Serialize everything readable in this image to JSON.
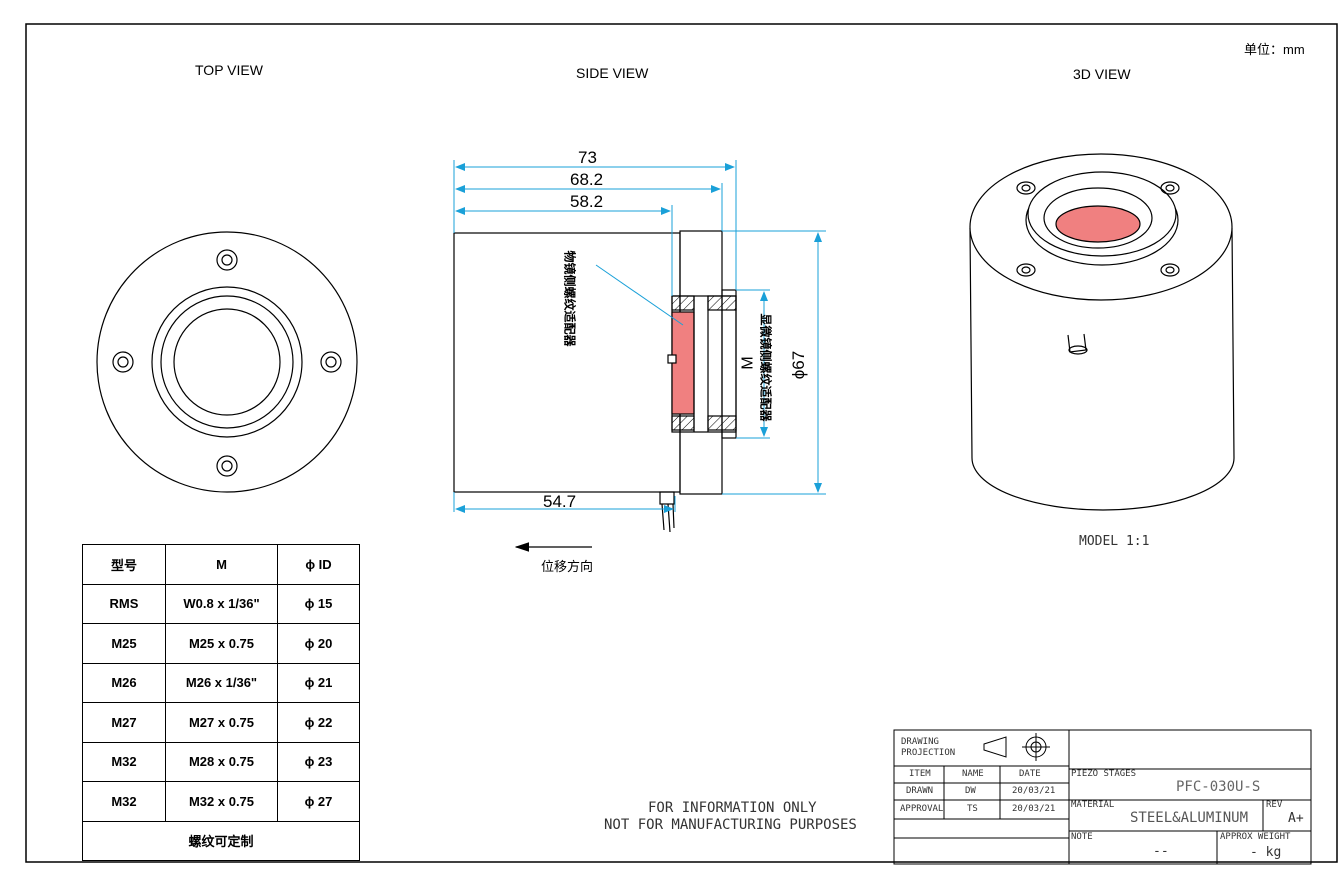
{
  "unit_note": "单位：mm",
  "views": {
    "top": "TOP VIEW",
    "side": "SIDE VIEW",
    "iso": "3D  VIEW"
  },
  "dims": {
    "d73": "73",
    "d68": "68.2",
    "d58": "58.2",
    "d547": "54.7",
    "phi67": "ϕ67",
    "m": "M"
  },
  "side_labels": {
    "objective_adapter": "物镜侧螺纹适配器",
    "microscope_adapter": "显微镜侧螺纹适配器",
    "direction": "位移方向"
  },
  "model_label": "MODEL 1:1",
  "spec_table": {
    "headers": [
      "型号",
      "M",
      "ϕ ID"
    ],
    "rows": [
      [
        "RMS",
        "W0.8 x 1/36\"",
        "ϕ 15"
      ],
      [
        "M25",
        "M25 x 0.75",
        "ϕ 20"
      ],
      [
        "M26",
        "M26 x 1/36\"",
        "ϕ 21"
      ],
      [
        "M27",
        "M27 x 0.75",
        "ϕ 22"
      ],
      [
        "M32",
        "M28 x 0.75",
        "ϕ 23"
      ],
      [
        "M32",
        "M32 x 0.75",
        "ϕ 27"
      ]
    ],
    "footer": "螺纹可定制"
  },
  "notice": {
    "line1": "FOR INFORMATION ONLY",
    "line2": "NOT FOR MANUFACTURING PURPOSES"
  },
  "title_block": {
    "drawing_projection": "DRAWING PROJECTION",
    "col_item": "ITEM",
    "col_name": "NAME",
    "col_date": "DATE",
    "drawn_label": "DRAWN",
    "drawn_name": "DW",
    "drawn_date": "20/03/21",
    "approval_label": "APPROVAL",
    "approval_name": "TS",
    "approval_date": "20/03/21",
    "product_label": "PIEZO STAGES",
    "product_value": "PFC-030U-S",
    "material_label": "MATERIAL",
    "material_value": "STEEL&ALUMINUM",
    "rev_label": "REV",
    "rev_value": "A+",
    "note_label": "NOTE",
    "note_value": "--",
    "weight_label": "APPROX WEIGHT",
    "weight_value": "- kg"
  },
  "colors": {
    "line": "#000000",
    "dim": "#1aa0d8",
    "pink": "#f08080"
  }
}
